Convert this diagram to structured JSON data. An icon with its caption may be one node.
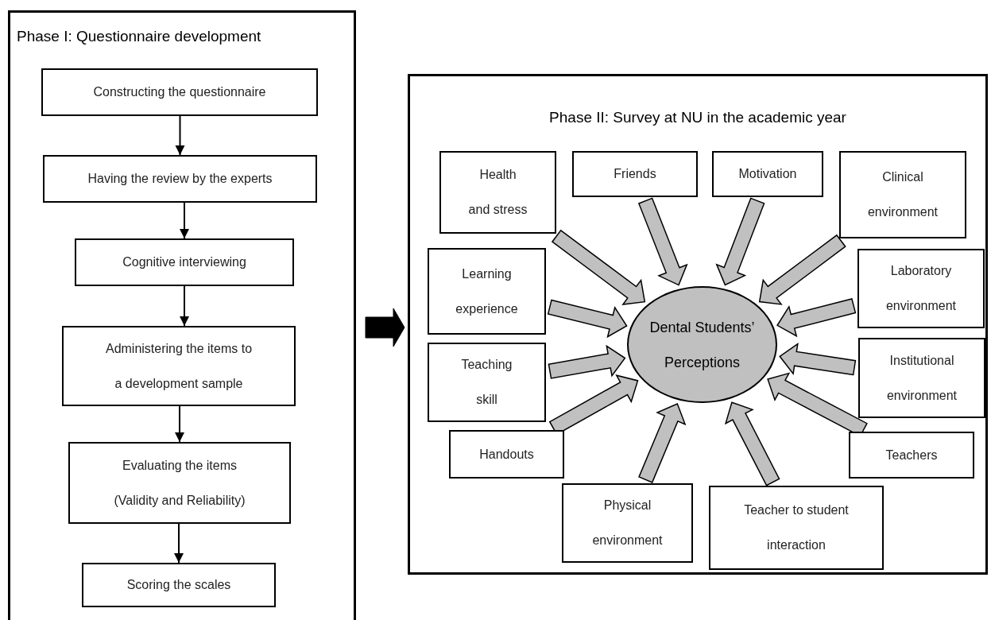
{
  "diagram": {
    "nodes": [
      {
        "text": [
          "Phase I: Questionnaire development"
        ]
      },
      {
        "text": [
          "Constructing the questionnaire"
        ],
        "in": 0
      },
      {
        "text": [
          "Having the review by the experts"
        ],
        "in": 0
      },
      {
        "text": [
          "Cognitive interviewing"
        ],
        "in": 0
      },
      {
        "text": [
          "Administering the items to a development sample"
        ],
        "in": 0
      },
      {
        "text": [
          "Evaluating the items (Validity and Reliability)"
        ],
        "in": 0
      },
      {
        "text": [
          "Scoring the scales"
        ],
        "in": 0
      },
      {
        "text": [
          "Phase II: Survey at NU in the academic year"
        ]
      },
      {
        "text": [
          "Health and stress"
        ],
        "in": 7
      },
      {
        "text": [
          "Friends"
        ],
        "in": 7
      },
      {
        "text": [
          "Motivation"
        ],
        "in": 7
      },
      {
        "text": [
          "Clinical environment"
        ],
        "in": 7
      },
      {
        "text": [
          "Learning experience"
        ],
        "in": 7
      },
      {
        "text": [
          "Laboratory environment"
        ],
        "in": 7
      },
      {
        "text": [
          "Dental Students’ Perceptions"
        ],
        "in": 7
      },
      {
        "text": [
          "Teaching skill"
        ],
        "in": 7
      },
      {
        "text": [
          "Institutional environment"
        ],
        "in": 7
      },
      {
        "text": [
          "Handouts"
        ],
        "in": 7
      },
      {
        "text": [
          "Teachers"
        ],
        "in": 7
      },
      {
        "text": [
          "Physical environment"
        ],
        "in": 7
      },
      {
        "text": [
          "Teacher to student interaction"
        ],
        "in": 7
      }
    ],
    "edges": [
      {
        "from": 1,
        "to": 2,
        "arrow": "to"
      },
      {
        "from": 2,
        "to": 3,
        "arrow": "to"
      },
      {
        "from": 3,
        "to": 4,
        "arrow": "to"
      },
      {
        "from": 4,
        "to": 5,
        "arrow": "to"
      },
      {
        "from": 5,
        "to": 6,
        "arrow": "to"
      },
      {
        "from": 0,
        "to": 7,
        "arrow": "to",
        "style": "thick"
      },
      {
        "from": 8,
        "to": 14,
        "arrow": "to",
        "style": "thick",
        "color": "#c0c0c0"
      },
      {
        "from": 9,
        "to": 14,
        "arrow": "to",
        "style": "thick",
        "color": "#c0c0c0"
      },
      {
        "from": 10,
        "to": 14,
        "arrow": "to",
        "style": "thick",
        "color": "#c0c0c0"
      },
      {
        "from": 11,
        "to": 14,
        "arrow": "to",
        "style": "thick",
        "color": "#c0c0c0"
      },
      {
        "from": 12,
        "to": 14,
        "arrow": "to",
        "style": "thick",
        "color": "#c0c0c0"
      },
      {
        "from": 13,
        "to": 14,
        "arrow": "to",
        "style": "thick",
        "color": "#c0c0c0"
      },
      {
        "from": 15,
        "to": 14,
        "arrow": "to",
        "style": "thick",
        "color": "#c0c0c0"
      },
      {
        "from": 16,
        "to": 14,
        "arrow": "to",
        "style": "thick",
        "color": "#c0c0c0"
      },
      {
        "from": 17,
        "to": 14,
        "arrow": "to",
        "style": "thick",
        "color": "#c0c0c0"
      },
      {
        "from": 18,
        "to": 14,
        "arrow": "to",
        "style": "thick",
        "color": "#c0c0c0"
      },
      {
        "from": 19,
        "to": 14,
        "arrow": "to",
        "style": "thick",
        "color": "#c0c0c0"
      },
      {
        "from": 20,
        "to": 14,
        "arrow": "to",
        "style": "thick",
        "color": "#c0c0c0"
      }
    ]
  }
}
